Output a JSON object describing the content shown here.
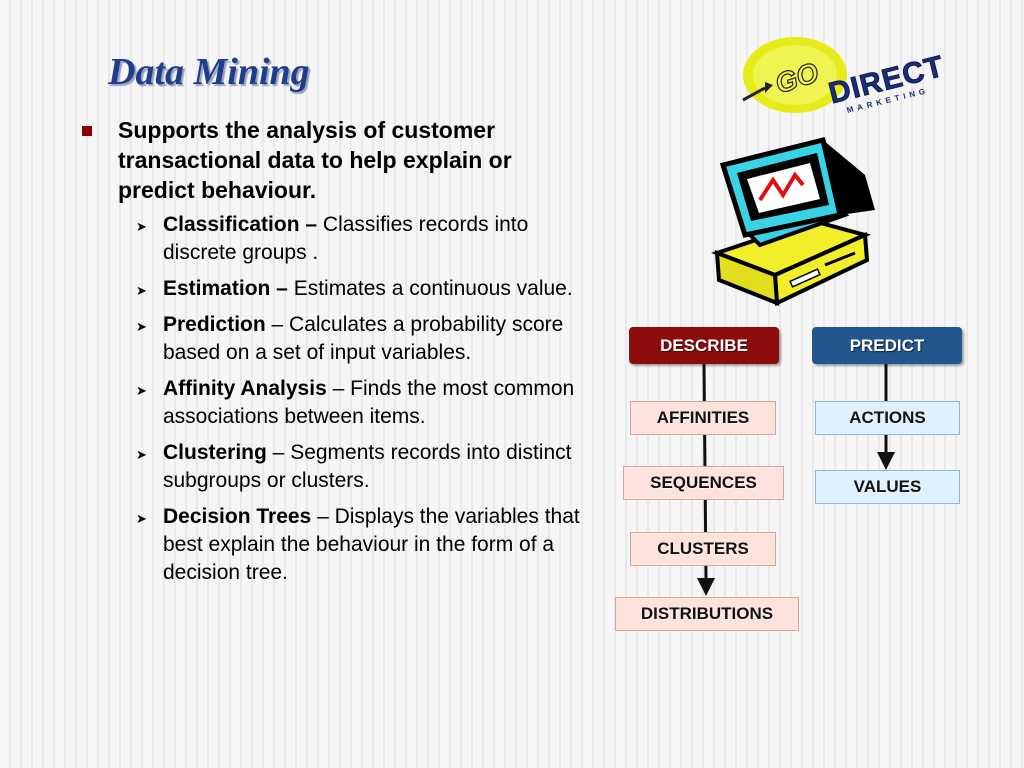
{
  "slide": {
    "title": "Data Mining",
    "main_bullet": "Supports the analysis of customer transactional data to help explain or predict behaviour.",
    "sub_bullets": [
      {
        "term": "Classification –",
        "desc": " Classifies records into discrete groups ."
      },
      {
        "term": "Estimation –",
        "desc": " Estimates a continuous value."
      },
      {
        "term": "Prediction",
        "desc": " – Calculates a probability score based on a set of input variables."
      },
      {
        "term": "Affinity Analysis",
        "desc": " – Finds the most common associations between items."
      },
      {
        "term": "Clustering",
        "desc": " – Segments records into distinct subgroups or clusters."
      },
      {
        "term": "Decision Trees",
        "desc": " – Displays the variables that best explain the behaviour in the form of a decision tree."
      }
    ]
  },
  "logo": {
    "text": "DIRECT",
    "circle_text": "GO",
    "subtext": "MARKETING"
  },
  "diagram": {
    "describe": {
      "header": "DESCRIBE",
      "items": [
        "AFFINITIES",
        "SEQUENCES",
        "CLUSTERS",
        "DISTRIBUTIONS"
      ]
    },
    "predict": {
      "header": "PREDICT",
      "items": [
        "ACTIONS",
        "VALUES"
      ]
    }
  },
  "icons": [
    "square-bullet-icon",
    "arrow-bullet-icon",
    "computer-icon"
  ],
  "colors": {
    "title": "#1f3c8f",
    "bullet": "#8b0000",
    "describe_header": "#8c0c0c",
    "predict_header": "#23558f",
    "describe_item_bg": "#fde3dc",
    "predict_item_bg": "#dff0ff"
  }
}
